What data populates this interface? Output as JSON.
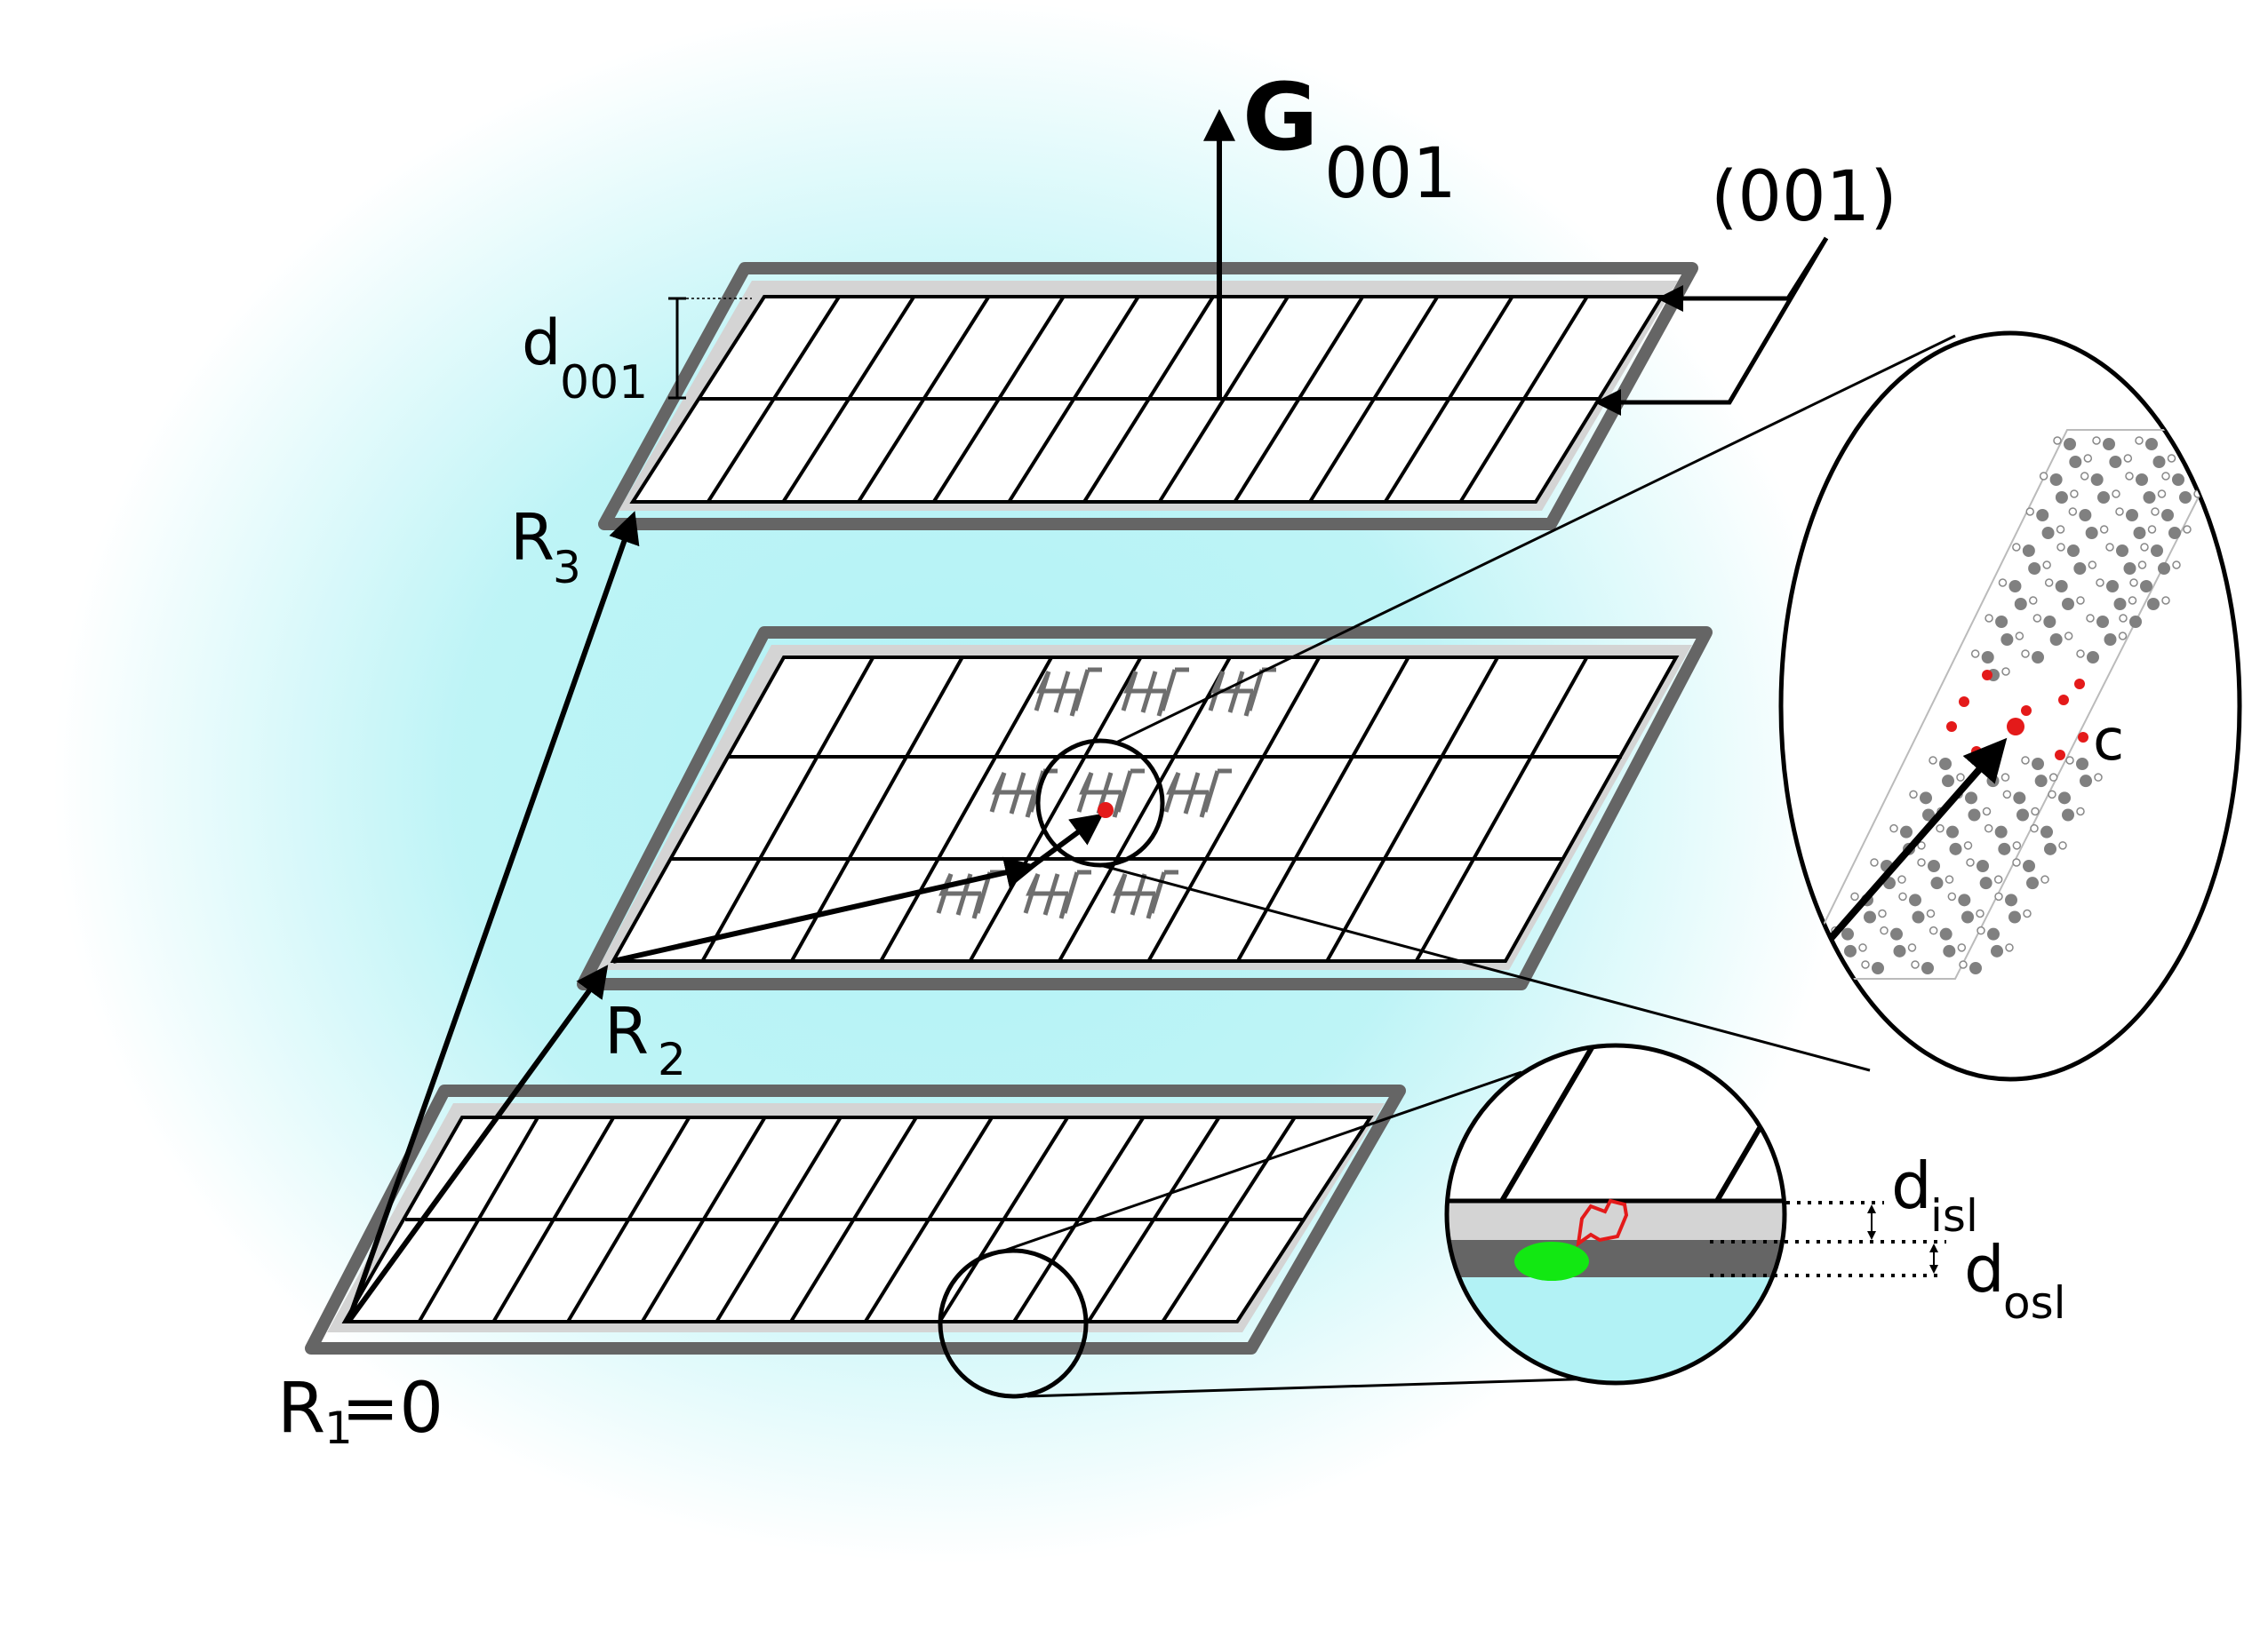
{
  "labels": {
    "g_vector": "G",
    "g_sub": "001",
    "plane_index": "(001)",
    "d001_main": "d",
    "d001_sub": "001",
    "r3_main": "R",
    "r3_sub": "3",
    "r2_main": "R",
    "r2_sub": "2",
    "r1_main": "R",
    "r1_sub": "1",
    "r1_suffix": "=0",
    "c_label": "c",
    "disl_main": "d",
    "disl_sub": "isl",
    "dosl_main": "d",
    "dosl_sub": "osl"
  },
  "colors": {
    "glow": "#b2f2f5",
    "outer_border": "#656565",
    "inner_border": "#d4d4d4",
    "grid_line": "#000000",
    "molecule_gray": "#6e6e6e",
    "oxygen_red": "#e41a1a",
    "ion_green": "#12e812",
    "water_cyan": "#b2f2f5"
  },
  "icons": {
    "zoom_large": "zoom-ellipse",
    "zoom_small": "zoom-circle",
    "molecule": "alkyl-chain-molecule"
  }
}
